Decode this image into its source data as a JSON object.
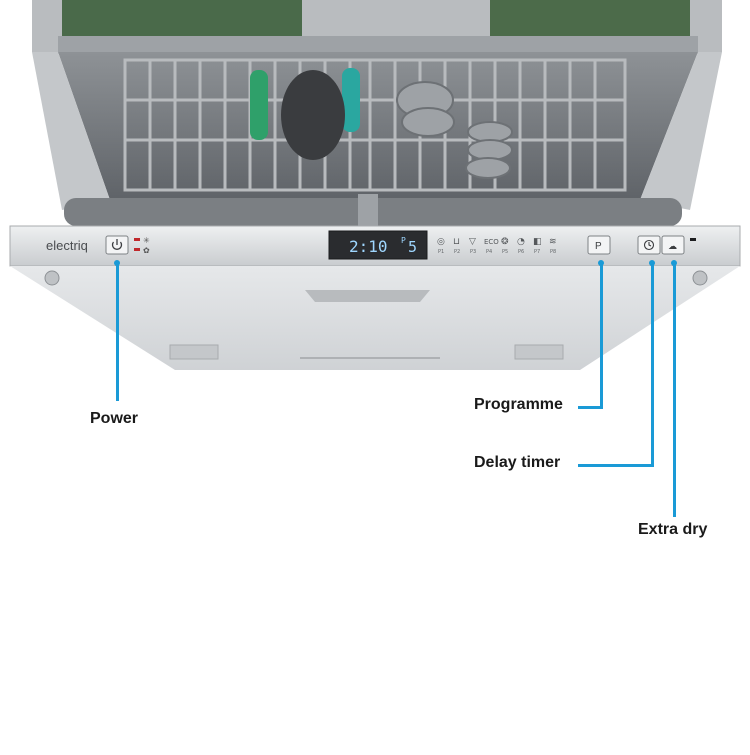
{
  "colors": {
    "callout_line": "#1a9ad6",
    "display_text": "#9fd7ff",
    "panel_metal": "#d9dbdd",
    "indicator_red": "#c0282c"
  },
  "panel": {
    "brand": "electriq",
    "display": {
      "time": "2:10",
      "program_prefix": "P",
      "program_number": "5"
    },
    "programme_button_label": "P",
    "program_icons": [
      "auto-icon",
      "intensive-icon",
      "glass-icon",
      "eco-icon",
      "quick-icon",
      "rapid-icon",
      "half-load-icon",
      "rinse-icon"
    ],
    "program_codes": [
      "P1",
      "P2",
      "P3",
      "P4",
      "P5",
      "P6",
      "P7",
      "P8"
    ],
    "eco_label": "ECO"
  },
  "callouts": {
    "power": "Power",
    "programme": "Programme",
    "delay_timer": "Delay timer",
    "extra_dry": "Extra dry"
  }
}
